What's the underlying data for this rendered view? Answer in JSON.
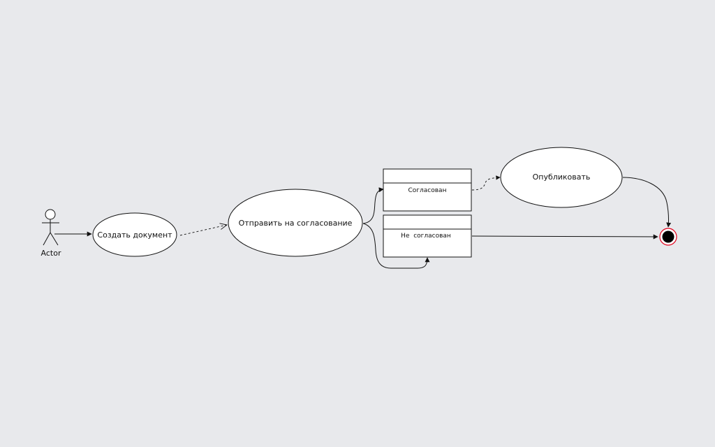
{
  "diagram": {
    "actor": {
      "label": "Actor"
    },
    "nodes": {
      "create_document": {
        "label": "Создать документ"
      },
      "send_for_approval": {
        "label": "Отправить на согласование"
      },
      "approved": {
        "label": "Согласован"
      },
      "not_approved": {
        "label": "Не  согласован"
      },
      "publish": {
        "label": "Опубликовать"
      }
    },
    "end_state": {
      "outer_color": "#e0001b",
      "inner_color": "#000000"
    }
  }
}
